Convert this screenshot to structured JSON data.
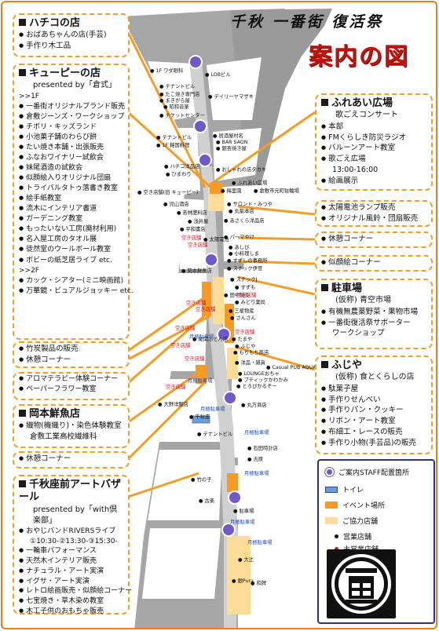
{
  "title_line1": "千秋 一番街 復活祭",
  "title_line2": "案内の図",
  "boxes": {
    "hachiko": {
      "header": "ハチコの店",
      "items": [
        "おばあちゃんの店(手芸)",
        "手作り木工品"
      ]
    },
    "kewpie": {
      "header": "キューピーの店",
      "presented": "presented by「倉式」",
      "floor1": ">>1F",
      "items1": [
        "一番街オリジナルブランド販売",
        "倉敷ジーンズ・ワークショップ",
        "チボリ・キッズランド",
        "小池菓子舗のわらび餅",
        "たい焼き本舗・出張販売",
        "ふなおワイナリー試飲会",
        "妹尾酒造の試飲会",
        "似顔絵入りオリジナル団扇",
        "トライバルタトゥ落書き教室",
        "絵手紙教室",
        "流木にインテリア書道",
        "ガーデニング教室",
        "もったいない工房(廃材利用)",
        "名入屋工房のタオル展",
        "徒然堂のウールボール教室",
        "ボビーの紙芝居ライブ etc."
      ],
      "floor2": ">>2F",
      "items2": [
        "カック・シアター(ミニ映画館)",
        "万華鏡・ビュアルジョッキー etc."
      ]
    },
    "bamboo": {
      "items": [
        "竹炭製品の販売",
        "休憩コーナー"
      ]
    },
    "aroma": {
      "items": [
        "アロマテラピー体験コーナー",
        "ペーパーフラワー教室"
      ]
    },
    "okamoto": {
      "header": "岡本鮮魚店",
      "items": [
        "織物(機織り)・染色体験教室",
        "倉敷工業高校繊維科"
      ],
      "indent_index": 1
    },
    "rest_left": {
      "items": [
        "休憩コーナー"
      ]
    },
    "chiaki": {
      "header": "千秋座前アートバザール",
      "presented": "presented by「with倶楽部」",
      "items": [
        "おやじバンドRIVERSライブ",
        "①10:30-②13:30-③15:30-",
        "一輪車パフォーマンス",
        "天然木インテリア販売",
        "ナチュラル・アート実演",
        "イグサ・アート実演",
        "レトロ絵画販売・似顔絵コーナー",
        "七宝焼き・草木染め教室",
        "木工子供のおもちゃ販売"
      ]
    },
    "fureai": {
      "header": "ふれあい広場",
      "sub": "歌ごえコンサート",
      "items": [
        "本部",
        "FMくらしき防災ラジオ",
        "バルーンアート教室",
        "歌ごえ広場",
        "13:00-16:00",
        "絵画展示"
      ]
    },
    "solar": {
      "items": [
        "太陽電池ランプ販売",
        "オリジナル風鈴・団扇販売"
      ]
    },
    "rest_right": {
      "items": [
        "休憩コーナー"
      ]
    },
    "portrait": {
      "items": [
        "似顔絵コーナー"
      ]
    },
    "parking": {
      "header": "駐車場",
      "sub": "(仮称) 青空市場",
      "items": [
        "有機無農薬野菜・果物市場",
        "一番街復活祭サポーター",
        "ワークショップ"
      ]
    },
    "fujiya": {
      "header": "ふじや",
      "sub": "(仮称) 食とくらしの店",
      "items": [
        "駄菓子屋",
        "手作りせんべい",
        "手作りパン・クッキー",
        "リボン・アート教室",
        "布細工・レースの販売",
        "手作り小物(手芸品)の販売"
      ]
    }
  },
  "legend": {
    "staff": "ご案内STAFF配置箇所",
    "toilet": "トイレ",
    "event": "イベント場所",
    "coop": "ご協力店舗",
    "open": "営業店舗",
    "closed": "未営業店舗"
  },
  "map_labels": {
    "black": [
      "1F ワダ眼科",
      "LOBビル",
      "テナントビル",
      "たこ焼き専門店",
      "まきがら屋",
      "昭和音楽",
      "デイリーヤマザキ",
      "チケットセンター",
      "居酒屋村名",
      "BAR SAON",
      "銀杏焼き屋",
      "テナントビル",
      "1F 韓国料理",
      "ハチコ洋品店",
      "ひまわり",
      "おしゃれの店タカキ",
      "ふれあい広場",
      "梅里園",
      "倉敷市元町駐輪場",
      "空き店舗(旧 キューピー)",
      "児山酒店",
      "サロンド・みつや",
      "若林肥料店",
      "丸菊本店",
      "浅井屋",
      "あさくら洋品店",
      "平和書店",
      "パーマやけ",
      "太陽電池",
      "あしび",
      "小料理しま",
      "すずしの事務所",
      "スナック伊豆",
      "岡本鮮魚店",
      "スナックJ",
      "すずも",
      "田中鍼灸",
      "みどり薬局",
      "三星物産",
      "さんさん",
      "尾関ふとん店",
      "たまや",
      "ふじや",
      "もちもち商店",
      "洋品・雑貨",
      "Casual PUB AQUA",
      "LOUNGEおちゃ",
      "ブティックかわかみ",
      "とろびかるぞー",
      "大野洋服店",
      "丸万商店",
      "千秋座",
      "テナントビル",
      "石田時計店",
      "吉原",
      "竹の子",
      "古楽",
      "駐車場",
      "大辻",
      "銀Pura",
      "和牌"
    ],
    "red": [
      "空き店舗",
      "空き店舗",
      "空き店舗",
      "空き店舗",
      "空き店舗",
      "空き店舗",
      "空き店舗",
      "空き店舗",
      "空き店舗",
      "空き店舗"
    ],
    "blue": [
      "月極駐車場",
      "月極駐車場",
      "月極駐車場",
      "月極駐車場",
      "月極駐車場",
      "月極駐車場",
      "月極駐車場"
    ]
  },
  "colors": {
    "orange": "#f39c26",
    "red": "#c4120d",
    "navy": "#2b2f86",
    "staff": "#7058c6",
    "toilet": "#6b9fd6",
    "coop": "#fddc96",
    "event": "#f49a25",
    "map_grey": "#9a9a9a"
  }
}
